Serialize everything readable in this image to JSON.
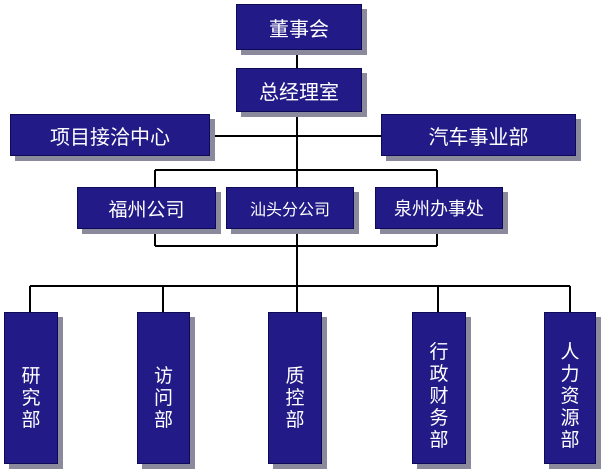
{
  "nodes": {
    "board": "董事会",
    "gm_office": "总经理室",
    "project_center": "项目接洽中心",
    "auto_division": "汽车事业部",
    "fuzhou_company": "福州公司",
    "shantou_branch": "汕头分公司",
    "quanzhou_office": "泉州办事处",
    "rd_dept": "研\n究\n部",
    "visit_dept": "访\n问\n部",
    "qc_dept": "质\n控\n部",
    "admin_finance_dept": "行\n政\n财\n务\n部",
    "hr_dept": "人\n力\n资\n源\n部"
  },
  "colors": {
    "box_fill": "#221a86",
    "box_text": "#ffffff",
    "shadow": "#8a8a9c",
    "line": "#000000"
  }
}
